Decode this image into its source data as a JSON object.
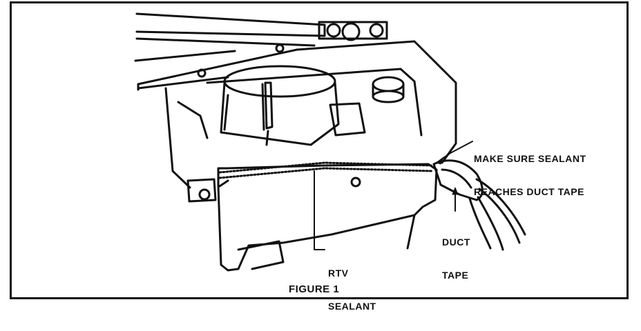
{
  "labels": {
    "sealant_note_line1": "MAKE SURE SEALANT",
    "sealant_note_line2": "REACHES DUCT TAPE",
    "duct_line1": "DUCT",
    "duct_line2": "TAPE",
    "rtv_line1": "RTV",
    "rtv_line2": "SEALANT",
    "figure_caption": "FIGURE 1"
  },
  "colors": {
    "ink": "#111111",
    "background": "#ffffff"
  }
}
